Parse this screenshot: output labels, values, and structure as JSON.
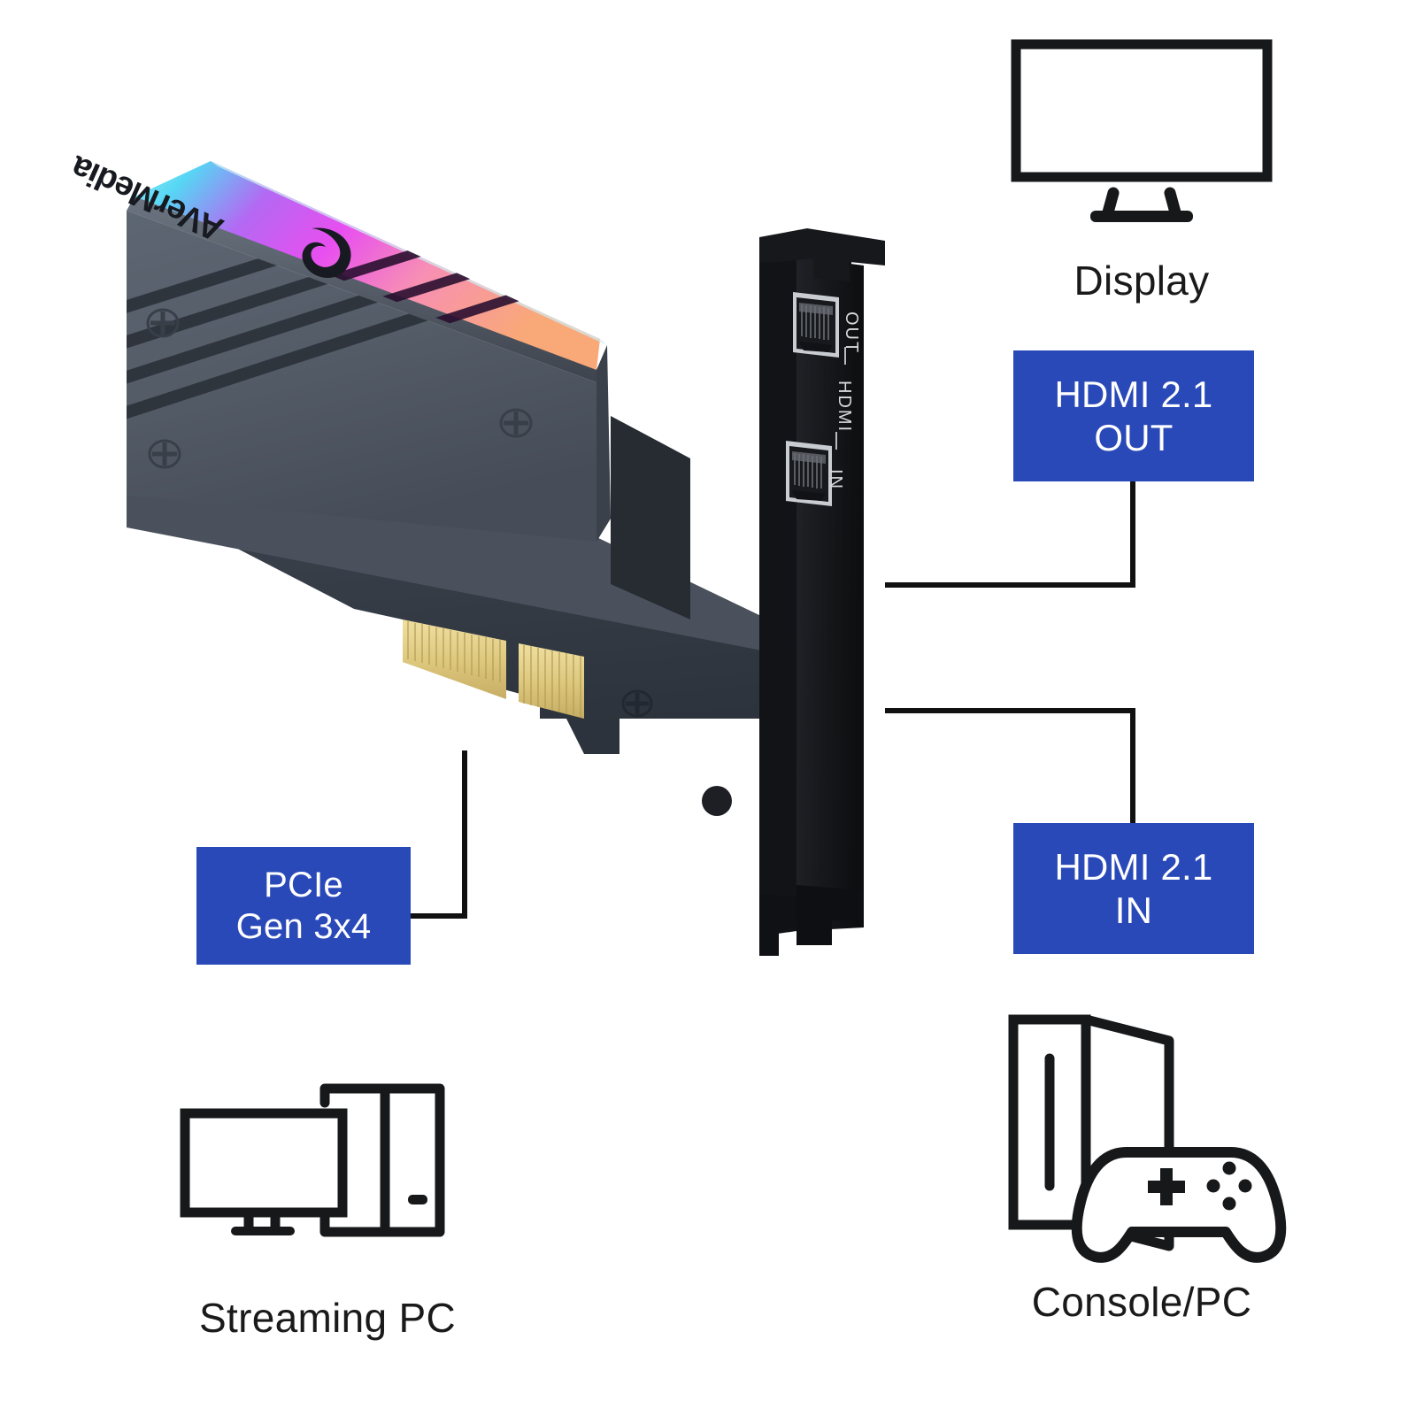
{
  "product": {
    "brand": "AVerMedia",
    "brand_logo_icon": "avermedia-swirl-logo-icon",
    "device_type": "PCIe capture card",
    "bracket_port_text": "OUT — HDMI — IN",
    "bracket_port_labels": {
      "top": "OUT",
      "middle": "HDMI",
      "bottom": "IN"
    },
    "rgb_strip_colors": [
      "#29e0ef",
      "#54c9f2",
      "#b44cf0",
      "#e23df0",
      "#f06bd0",
      "#f79a8a",
      "#f4774a"
    ],
    "body_color": "#525a66",
    "bracket_color": "#18191c",
    "pcie_finger_color": "#e4cf8a"
  },
  "callouts": [
    {
      "id": "hdmi-out",
      "line1": "HDMI 2.1",
      "line2": "OUT",
      "color": "#2a49b8"
    },
    {
      "id": "hdmi-in",
      "line1": "HDMI 2.1",
      "line2": "IN",
      "color": "#2a49b8"
    },
    {
      "id": "pcie",
      "line1": "PCIe",
      "line2": "Gen 3x4",
      "color": "#2a49b8"
    }
  ],
  "devices": [
    {
      "id": "display",
      "caption": "Display",
      "icon": "monitor-icon"
    },
    {
      "id": "console-pc",
      "caption": "Console/PC",
      "icon": "game-console-controller-icon"
    },
    {
      "id": "streaming-pc",
      "caption": "Streaming PC",
      "icon": "desktop-tower-monitor-icon"
    }
  ],
  "colors": {
    "accent_blue": "#2a49b8",
    "line_black": "#111111",
    "text_black": "#1a1a1a",
    "background": "#ffffff"
  }
}
